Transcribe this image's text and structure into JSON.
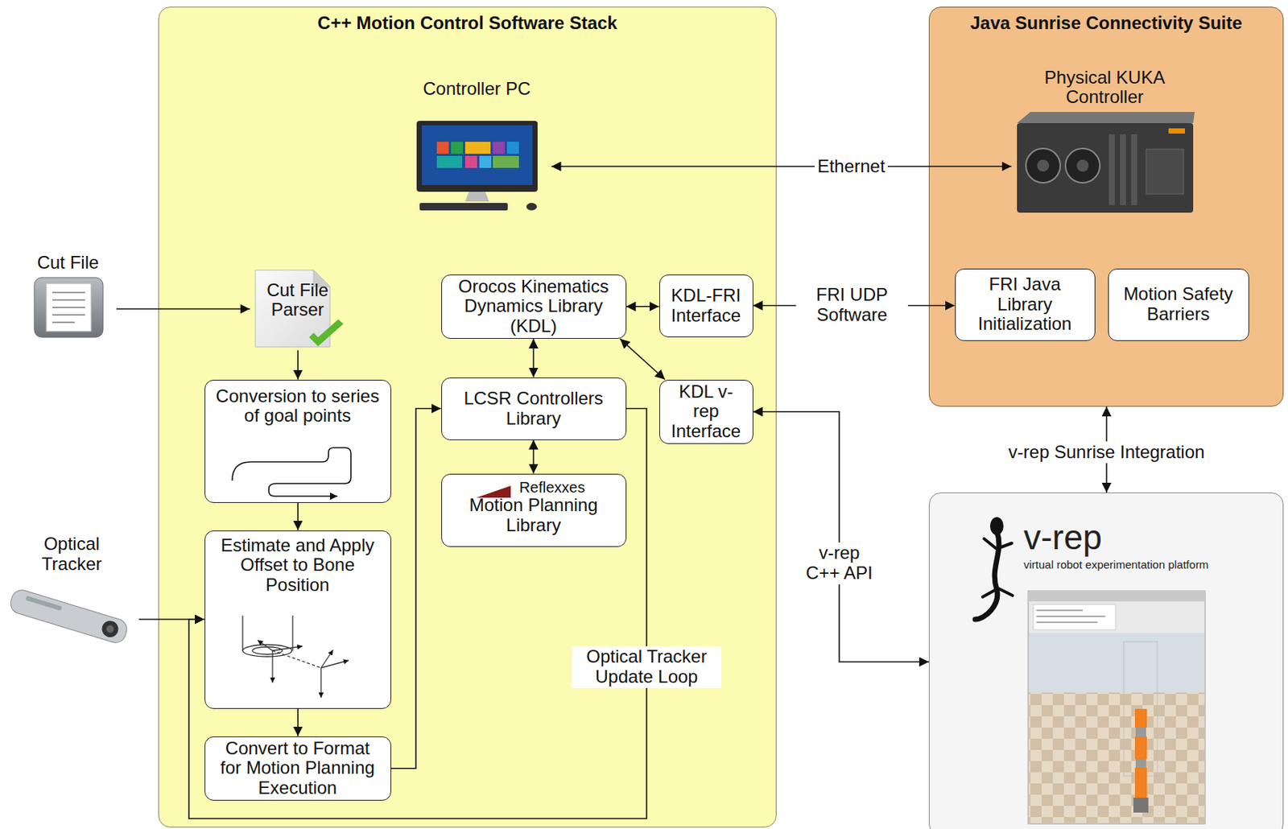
{
  "diagram": {
    "nodes": [
      {
        "text": [
          "C++ Motion Control Software Stack"
        ]
      },
      {
        "text": [
          "Controller PC"
        ],
        "in": 0
      },
      {
        "text": [
          "Cut File Parser"
        ],
        "in": 0
      },
      {
        "text": [
          "Conversion to series of goal points"
        ],
        "in": 0
      },
      {
        "text": [
          "Estimate and Apply Offset to Bone Position"
        ],
        "in": 0
      },
      {
        "text": [
          "Convert to Format for Motion Planning Execution"
        ],
        "in": 0
      },
      {
        "text": [
          "Orocos Kinematics Dynamics Library (KDL)"
        ],
        "in": 0
      },
      {
        "text": [
          "KDL-FRI Interface"
        ],
        "in": 0
      },
      {
        "text": [
          "LCSR Controllers Library"
        ],
        "in": 0
      },
      {
        "text": [
          "Reflexxes",
          "Motion Planning Library"
        ],
        "in": 0
      },
      {
        "text": [
          "KDL v-rep Interface"
        ],
        "in": 0
      },
      {
        "text": [
          "Java Sunrise Connectivity Suite"
        ]
      },
      {
        "text": [
          "Physical KUKA Controller"
        ],
        "in": 11
      },
      {
        "text": [
          "FRI Java Library Initialization"
        ],
        "in": 11
      },
      {
        "text": [
          "Motion Safety Barriers"
        ],
        "in": 11
      },
      {
        "text": [
          "v-rep",
          "virtual robot experimentation platform"
        ]
      },
      {
        "text": [
          "Cut File"
        ]
      },
      {
        "text": [
          "Optical Tracker"
        ]
      }
    ],
    "edges": [
      {
        "from": 1,
        "to": 12,
        "label": "Ethernet",
        "arrow": "both"
      },
      {
        "from": 16,
        "to": 2,
        "arrow": "to"
      },
      {
        "from": 2,
        "to": 3,
        "arrow": "to"
      },
      {
        "from": 3,
        "to": 4,
        "arrow": "to"
      },
      {
        "from": 4,
        "to": 5,
        "arrow": "to"
      },
      {
        "from": 17,
        "to": 4,
        "arrow": "to"
      },
      {
        "from": 5,
        "to": 8,
        "arrow": "to"
      },
      {
        "from": 8,
        "to": 4,
        "label": "Optical Tracker Update Loop",
        "arrow": "to"
      },
      {
        "from": 6,
        "to": 7,
        "arrow": "both"
      },
      {
        "from": 6,
        "to": 8,
        "arrow": "both"
      },
      {
        "from": 8,
        "to": 9,
        "arrow": "both"
      },
      {
        "from": 6,
        "to": 10,
        "arrow": "both"
      },
      {
        "from": 7,
        "to": 13,
        "label": "FRI UDP Software",
        "arrow": "both"
      },
      {
        "from": 10,
        "to": 15,
        "label": "v-rep C++ API",
        "arrow": "both"
      },
      {
        "from": 11,
        "to": 15,
        "label": "v-rep Sunrise Integration",
        "arrow": "both"
      }
    ]
  }
}
